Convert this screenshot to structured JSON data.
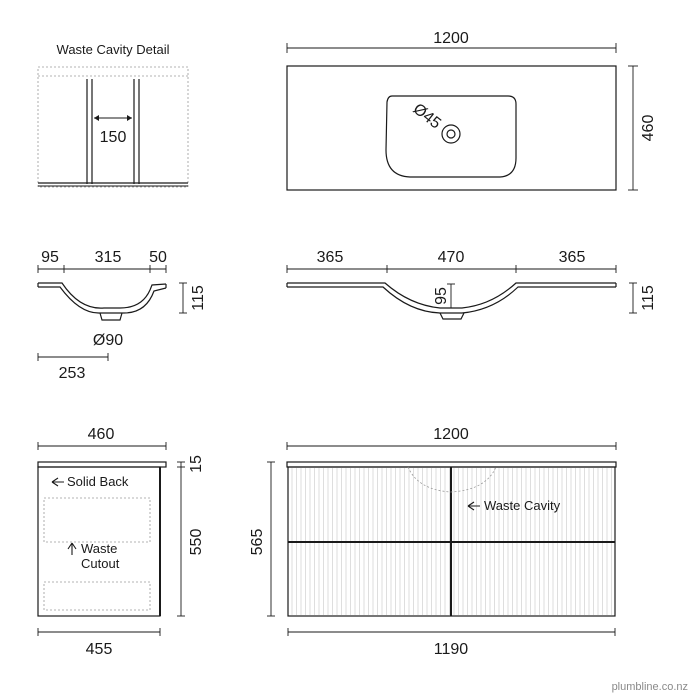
{
  "waste_cavity_detail": {
    "title": "Waste Cavity Detail",
    "width_dim": "150"
  },
  "top_plan": {
    "width_dim": "1200",
    "depth_dim": "460",
    "waste_dim": "Ø45"
  },
  "side_section": {
    "seg_left": "95",
    "seg_mid": "315",
    "seg_right": "50",
    "height_dim": "115",
    "waste_dim": "Ø90",
    "offset_dim": "253"
  },
  "front_section": {
    "seg_left": "365",
    "seg_mid": "470",
    "seg_right": "365",
    "bowl_depth_dim": "95",
    "height_dim": "115"
  },
  "cabinet_side": {
    "top_width_dim": "460",
    "bottom_width_dim": "455",
    "top_thickness_dim": "15",
    "cabinet_height_dim": "550",
    "solid_back_label": "Solid Back",
    "waste_cutout_label_1": "Waste",
    "waste_cutout_label_2": "Cutout"
  },
  "cabinet_front": {
    "top_width_dim": "1200",
    "bottom_width_dim": "1190",
    "total_height_dim": "565",
    "waste_cavity_label": "Waste Cavity"
  },
  "watermark": "plumbline.co.nz",
  "colors": {
    "line": "#1a1a1a",
    "hidden_line": "#9a9a9a",
    "flute": "#c8c8c8"
  }
}
